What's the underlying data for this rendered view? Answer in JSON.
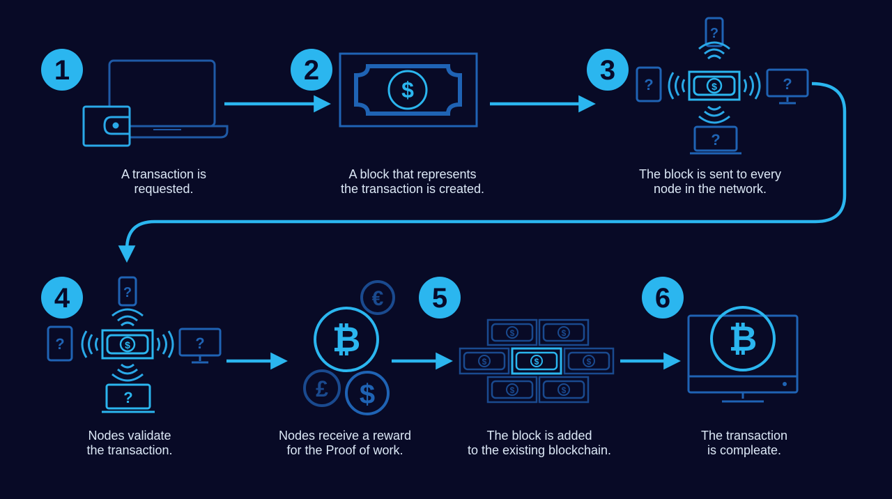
{
  "colors": {
    "background": "#080a26",
    "accent": "#2bb6ef",
    "icon_blue": "#1f63b4",
    "icon_dim": "#1a4a8f",
    "caption_text": "#dce8f6",
    "number_text": "#070a2a"
  },
  "steps": [
    {
      "number": "1",
      "icon": "laptop-wallet-icon",
      "caption_line1": "A transaction is",
      "caption_line2": "requested."
    },
    {
      "number": "2",
      "icon": "banknote-dollar-icon",
      "caption_line1": "A block that represents",
      "caption_line2": "the transaction is created."
    },
    {
      "number": "3",
      "icon": "broadcast-network-icon",
      "caption_line1": "The block is sent to every",
      "caption_line2": "node in the network."
    },
    {
      "number": "4",
      "icon": "validating-nodes-icon",
      "caption_line1": "Nodes validate",
      "caption_line2": "the transaction."
    },
    {
      "number": "5",
      "icon": "reward-coins-icon",
      "caption_line1": "Nodes receive a reward",
      "caption_line2": "for the Proof of work."
    },
    {
      "number": "6",
      "icon": "monitor-bitcoin-icon",
      "caption_line1": "The transaction",
      "caption_line2": "is compleate."
    }
  ],
  "symbols": {
    "dollar": "$",
    "bitcoin": "₿",
    "euro": "€",
    "pound": "£",
    "question": "?"
  }
}
